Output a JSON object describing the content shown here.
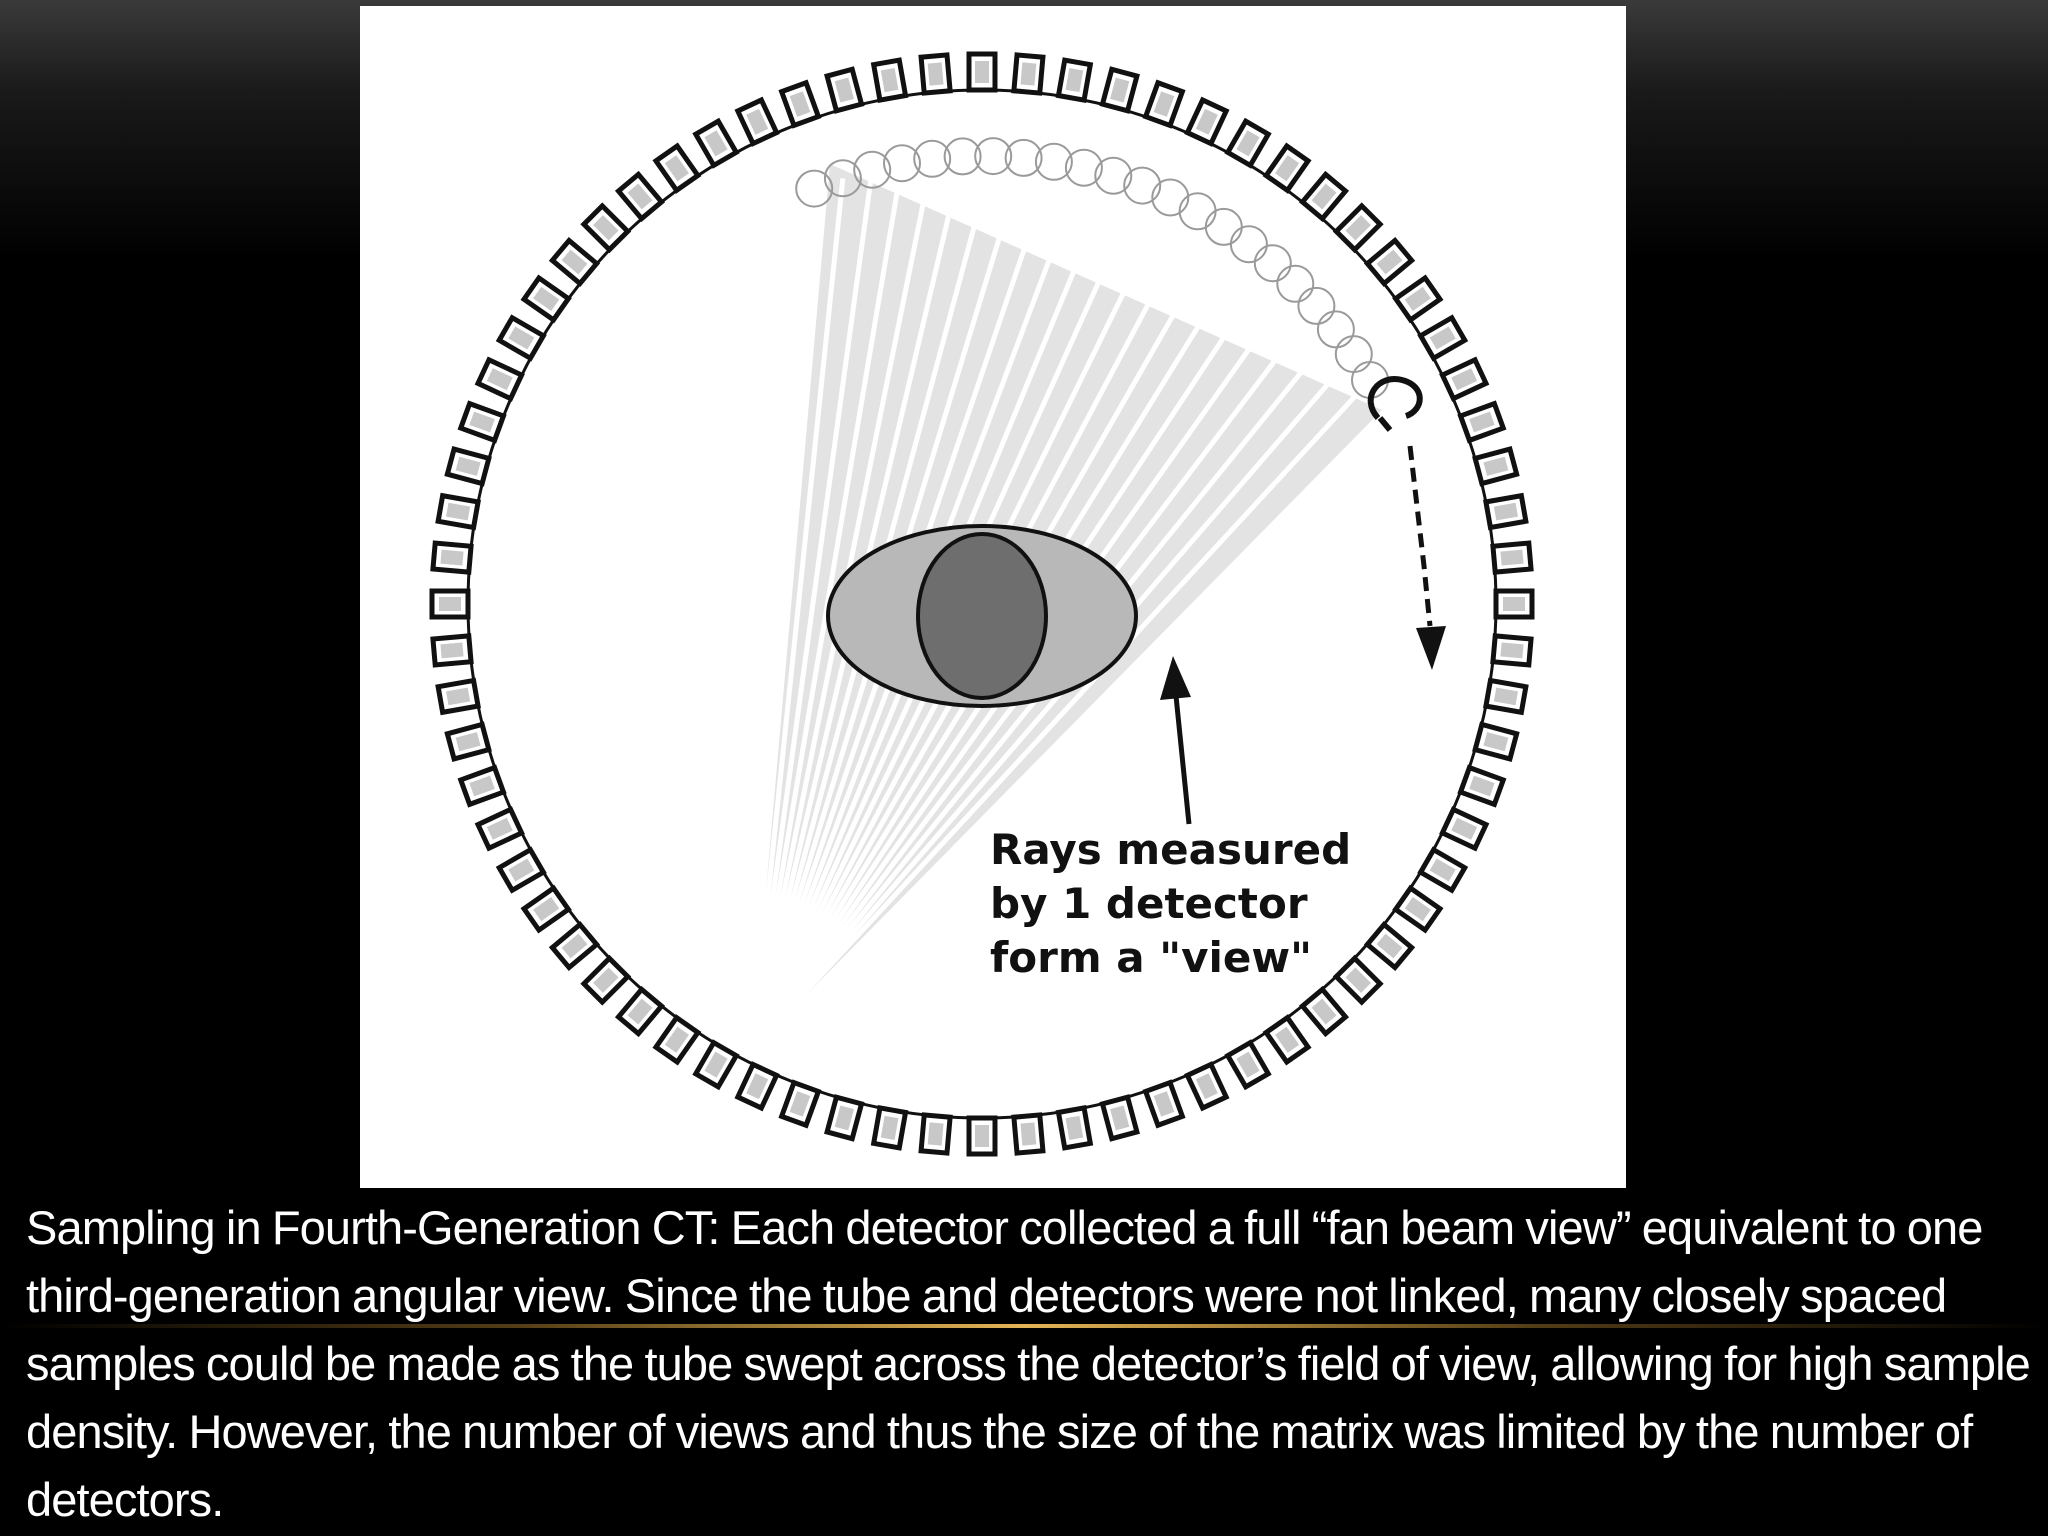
{
  "diagram": {
    "label_lines": [
      "Rays measured",
      "by 1 detector",
      "form a \"view\""
    ],
    "detector_count": 72,
    "tube_positions_count": 22,
    "colors": {
      "panel_background": "#ffffff",
      "detector_fill": "#c8c8c8",
      "detector_stroke": "#111111",
      "fan_beam": "#dcdcdc",
      "body_outer": "#b8b8b8",
      "body_inner": "#6e6e6e",
      "outline": "#111111"
    }
  },
  "caption": {
    "text": "Sampling in Fourth-Generation CT: Each detector collected a full “fan beam view” equivalent to one third-generation angular view. Since the tube and detectors were not linked, many closely spaced samples could be made as the tube swept across the detector’s field of view, allowing for high sample density. However, the number of views and thus the size of the matrix was limited by the number of detectors."
  }
}
